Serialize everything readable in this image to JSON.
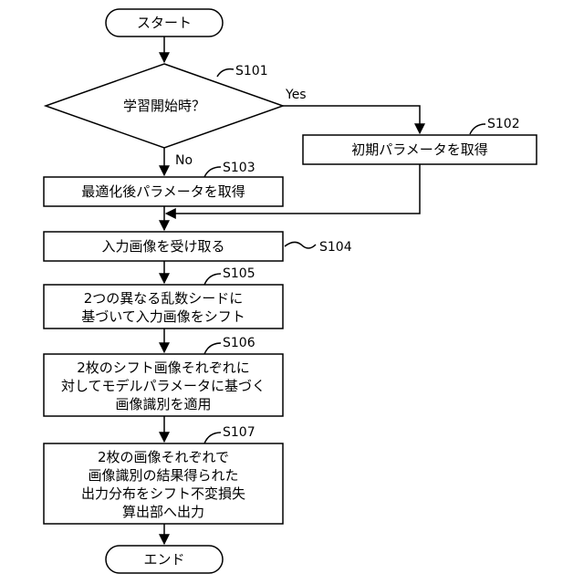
{
  "nodes": {
    "start": "スタート",
    "decision": "学習開始時？",
    "s102_box": "初期パラメータを取得",
    "s103_box": "最適化後パラメータを取得",
    "s104_box": "入力画像を受け取る",
    "s105_box": [
      "2つの異なる乱数シードに",
      "基づいて入力画像をシフト"
    ],
    "s106_box": [
      "2枚のシフト画像それぞれに",
      "対してモデルパラメータに基づく",
      "画像識別を適用"
    ],
    "s107_box": [
      "2枚の画像それぞれで",
      "画像識別の結果得られた",
      "出力分布をシフト不変損失",
      "算出部へ出力"
    ],
    "end": "エンド"
  },
  "step_labels": {
    "s101": "S101",
    "s102": "S102",
    "s103": "S103",
    "s104": "S104",
    "s105": "S105",
    "s106": "S106",
    "s107": "S107"
  },
  "branch_labels": {
    "yes": "Yes",
    "no": "No"
  }
}
